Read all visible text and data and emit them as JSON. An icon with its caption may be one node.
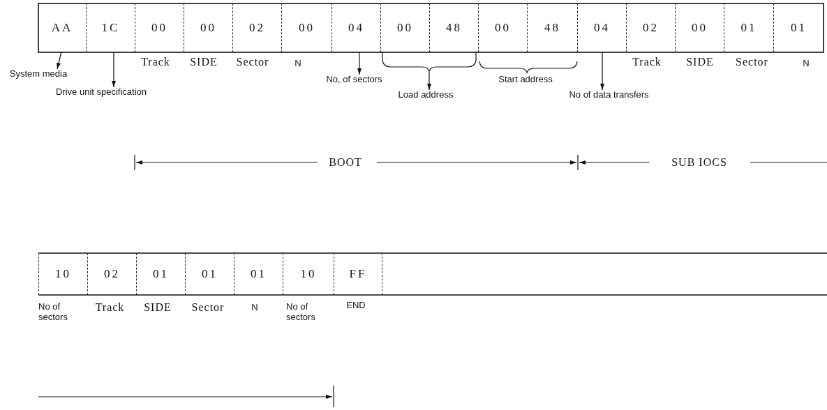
{
  "diagram": {
    "nodes": [
      {
        "text": [
          "AA"
        ]
      },
      {
        "text": [
          "1C"
        ]
      },
      {
        "text": [
          "00"
        ]
      },
      {
        "text": [
          "00"
        ]
      },
      {
        "text": [
          "02"
        ]
      },
      {
        "text": [
          "00"
        ]
      },
      {
        "text": [
          "04"
        ]
      },
      {
        "text": [
          "00"
        ]
      },
      {
        "text": [
          "48"
        ]
      },
      {
        "text": [
          "00"
        ]
      },
      {
        "text": [
          "48"
        ]
      },
      {
        "text": [
          "04"
        ]
      },
      {
        "text": [
          "02"
        ]
      },
      {
        "text": [
          "00"
        ]
      },
      {
        "text": [
          "01"
        ]
      },
      {
        "text": [
          "01"
        ]
      },
      {
        "text": [
          "10"
        ]
      },
      {
        "text": [
          "02"
        ]
      },
      {
        "text": [
          "01"
        ]
      },
      {
        "text": [
          "01"
        ]
      },
      {
        "text": [
          "01"
        ]
      },
      {
        "text": [
          "10"
        ]
      },
      {
        "text": [
          "FF"
        ]
      },
      {
        "text": [
          "System media"
        ]
      },
      {
        "text": [
          "Drive unit specification"
        ]
      },
      {
        "text": [
          "No, of sectors"
        ]
      },
      {
        "text": [
          "Load address"
        ]
      },
      {
        "text": [
          "No of data transfers"
        ]
      }
    ],
    "edges": [
      {
        "from": 0,
        "to": 23,
        "arrow": "to"
      },
      {
        "from": 1,
        "to": 24,
        "arrow": "to"
      },
      {
        "from": 6,
        "to": 25,
        "arrow": "to"
      },
      {
        "from": 7,
        "to": 26,
        "arrow": "to"
      },
      {
        "from": 8,
        "to": 26,
        "arrow": "to"
      },
      {
        "from": 11,
        "to": 27,
        "arrow": "to"
      }
    ],
    "labels": [
      "Track",
      "SIDE",
      "Sector",
      "N",
      "Start address",
      "Track",
      "SIDE",
      "Sector",
      "N",
      "BOOT",
      "SUB IOCS",
      "No of sectors",
      "Track",
      "SIDE",
      "Sector",
      "N",
      "No of sectors",
      "END"
    ]
  }
}
